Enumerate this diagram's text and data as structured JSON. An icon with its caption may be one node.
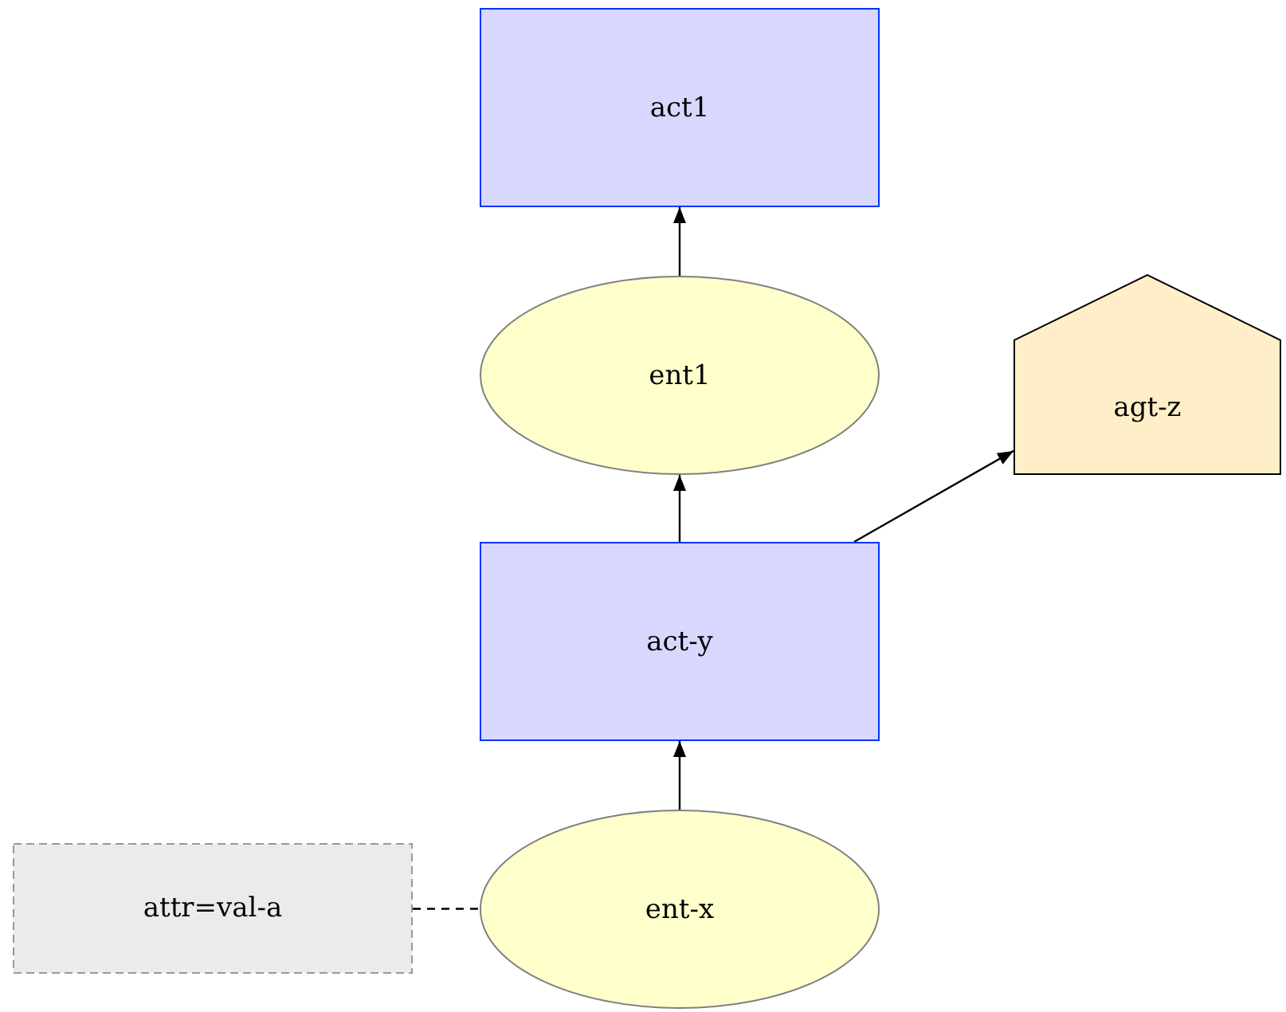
{
  "diagram": {
    "nodes": [
      {
        "text": [
          "act1"
        ]
      },
      {
        "text": [
          "ent1"
        ]
      },
      {
        "text": [
          "agt-z"
        ]
      },
      {
        "text": [
          "act-y"
        ]
      },
      {
        "text": [
          "attr=val-a"
        ]
      },
      {
        "text": [
          "ent-x"
        ]
      }
    ],
    "edges": [
      {
        "from": 1,
        "to": 0,
        "arrow": "to"
      },
      {
        "from": 3,
        "to": 1,
        "arrow": "to"
      },
      {
        "from": 3,
        "to": 2,
        "arrow": "to"
      },
      {
        "from": 5,
        "to": 3,
        "arrow": "to"
      },
      {
        "from": 4,
        "to": 5,
        "arrow": "none",
        "style": "dashed"
      }
    ]
  }
}
